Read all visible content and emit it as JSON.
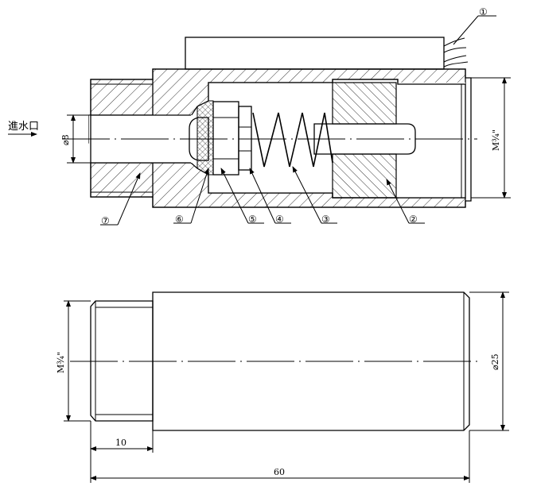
{
  "section_view": {
    "inlet_label": "進水口",
    "bore_dim": "⌀8",
    "thread_dim_right": "M¾\"",
    "callouts": [
      {
        "num": "①"
      },
      {
        "num": "②"
      },
      {
        "num": "③"
      },
      {
        "num": "④"
      },
      {
        "num": "⑤"
      },
      {
        "num": "⑥"
      },
      {
        "num": "⑦"
      }
    ]
  },
  "elevation_view": {
    "thread_dim_left": "M¾\"",
    "diameter_dim": "⌀25",
    "length_thread": "10",
    "length_total": "60"
  }
}
